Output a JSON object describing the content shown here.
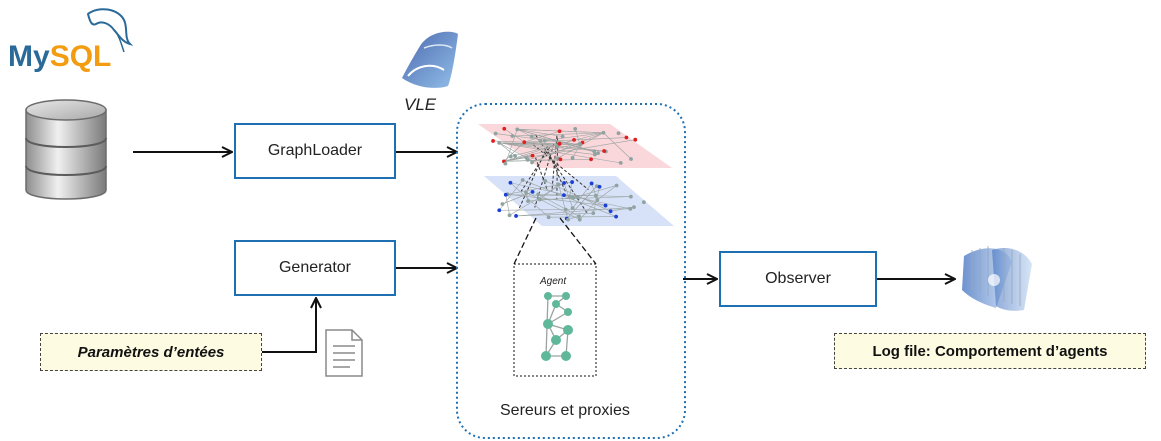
{
  "logos": {
    "mysql": {
      "part1": "My",
      "part2": "SQL",
      "part1_color": "#2a6a99",
      "part2_color": "#f39c12"
    },
    "vle": "VLE"
  },
  "boxes": {
    "graphloader": "GraphLoader",
    "generator": "Generator",
    "observer": "Observer"
  },
  "notes": {
    "params": "Paramètres  d’entées",
    "log": "Log file:  Comportement  d’agents"
  },
  "cluster": {
    "label": "Sereurs et proxies",
    "agent_label": "Agent"
  },
  "colors": {
    "box_border": "#1f6fb3",
    "note_bg": "#fdfbe1",
    "cluster_border": "#1f6fb3",
    "layer_top": "#f7c9cf",
    "layer_bottom": "#c9d7f5",
    "node_red": "#e02020",
    "node_blue": "#1a3fd6",
    "agent_node": "#5fb89a"
  }
}
